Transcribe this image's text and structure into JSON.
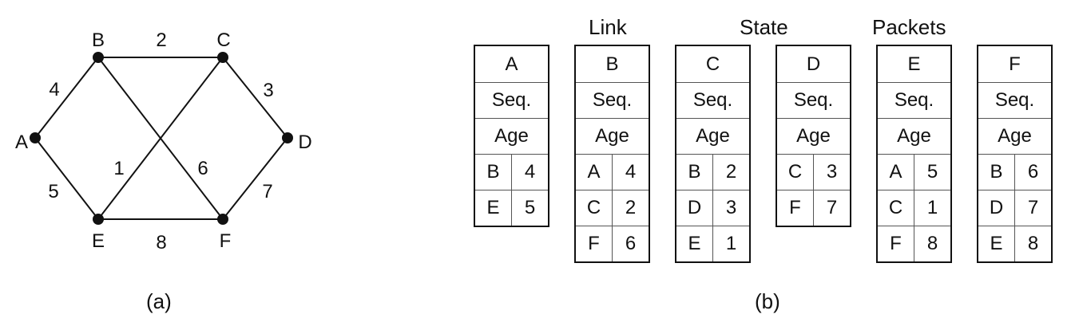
{
  "graph": {
    "caption": "(a)",
    "nodes": [
      {
        "id": "A",
        "label": "A"
      },
      {
        "id": "B",
        "label": "B"
      },
      {
        "id": "C",
        "label": "C"
      },
      {
        "id": "D",
        "label": "D"
      },
      {
        "id": "E",
        "label": "E"
      },
      {
        "id": "F",
        "label": "F"
      }
    ],
    "edges": [
      {
        "from": "B",
        "to": "C",
        "weight": "2"
      },
      {
        "from": "A",
        "to": "B",
        "weight": "4"
      },
      {
        "from": "C",
        "to": "D",
        "weight": "3"
      },
      {
        "from": "A",
        "to": "E",
        "weight": "5"
      },
      {
        "from": "C",
        "to": "E",
        "weight": "1"
      },
      {
        "from": "B",
        "to": "F",
        "weight": "6"
      },
      {
        "from": "D",
        "to": "F",
        "weight": "7"
      },
      {
        "from": "E",
        "to": "F",
        "weight": "8"
      }
    ]
  },
  "packets_panel": {
    "caption": "(b)",
    "heading_words": [
      "Link",
      "State",
      "Packets"
    ],
    "seq_label": "Seq.",
    "age_label": "Age",
    "packets": [
      {
        "node": "A",
        "entries": [
          [
            "B",
            "4"
          ],
          [
            "E",
            "5"
          ]
        ]
      },
      {
        "node": "B",
        "entries": [
          [
            "A",
            "4"
          ],
          [
            "C",
            "2"
          ],
          [
            "F",
            "6"
          ]
        ]
      },
      {
        "node": "C",
        "entries": [
          [
            "B",
            "2"
          ],
          [
            "D",
            "3"
          ],
          [
            "E",
            "1"
          ]
        ]
      },
      {
        "node": "D",
        "entries": [
          [
            "C",
            "3"
          ],
          [
            "F",
            "7"
          ]
        ]
      },
      {
        "node": "E",
        "entries": [
          [
            "A",
            "5"
          ],
          [
            "C",
            "1"
          ],
          [
            "F",
            "8"
          ]
        ]
      },
      {
        "node": "F",
        "entries": [
          [
            "B",
            "6"
          ],
          [
            "D",
            "7"
          ],
          [
            "E",
            "8"
          ]
        ]
      }
    ]
  }
}
